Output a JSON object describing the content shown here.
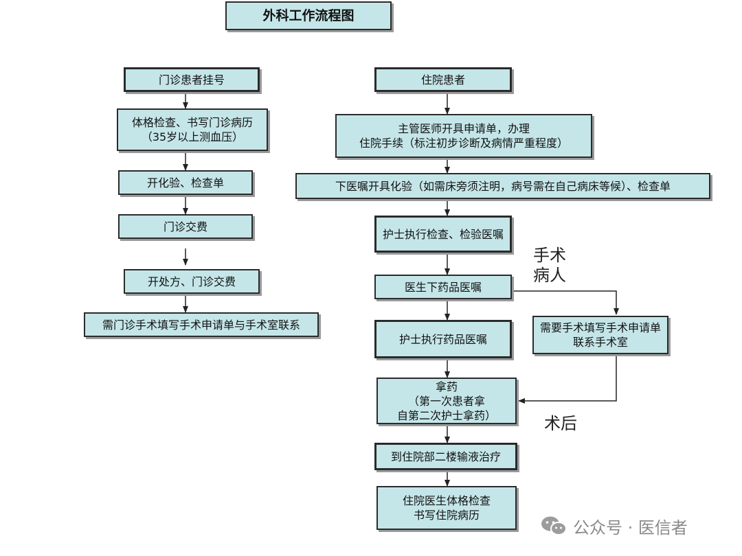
{
  "colors": {
    "box_fill": "#c5e6e9",
    "box_border": "#2a2a2a",
    "arrow": "#222222"
  },
  "title": "外科工作流程图",
  "outpatient": [
    {
      "lines": [
        "门诊患者挂号"
      ]
    },
    {
      "lines": [
        "体格检查、书写门诊病历",
        "（35岁以上测血压）"
      ]
    },
    {
      "lines": [
        "开化验、检查单"
      ]
    },
    {
      "lines": [
        "门诊交费"
      ]
    },
    {
      "lines": [
        "开处方、门诊交费"
      ]
    },
    {
      "lines": [
        "需门诊手术填写手术申请单与手术室联系"
      ]
    }
  ],
  "inpatient": [
    {
      "lines": [
        "住院患者"
      ]
    },
    {
      "lines": [
        "主管医师开具申请单，办理",
        "住院手续（标注初步诊断及病情严重程度）"
      ]
    },
    {
      "lines": [
        "下医嘱开具化验（如需床旁须注明，病号需在自己病床等候）、检查单"
      ]
    },
    {
      "lines": [
        "护士执行检查、检验医嘱"
      ]
    },
    {
      "lines": [
        "医生下药品医嘱"
      ]
    },
    {
      "lines": [
        "护士执行药品医嘱"
      ]
    },
    {
      "lines": [
        "拿药",
        "（第一次患者拿",
        "自第二次护士拿药）"
      ]
    },
    {
      "lines": [
        "到住院部二楼输液治疗"
      ]
    },
    {
      "lines": [
        "住院医生体格检查",
        "书写住院病历"
      ]
    }
  ],
  "surgery_box": {
    "lines": [
      "需要手术填写手术申请单",
      "联系手术室"
    ]
  },
  "notes": {
    "surgery_patient": [
      "手术",
      "病人"
    ],
    "post_op": "术后"
  },
  "watermark": {
    "icon": "wechat-icon",
    "text": "公众号 · 医信者"
  }
}
